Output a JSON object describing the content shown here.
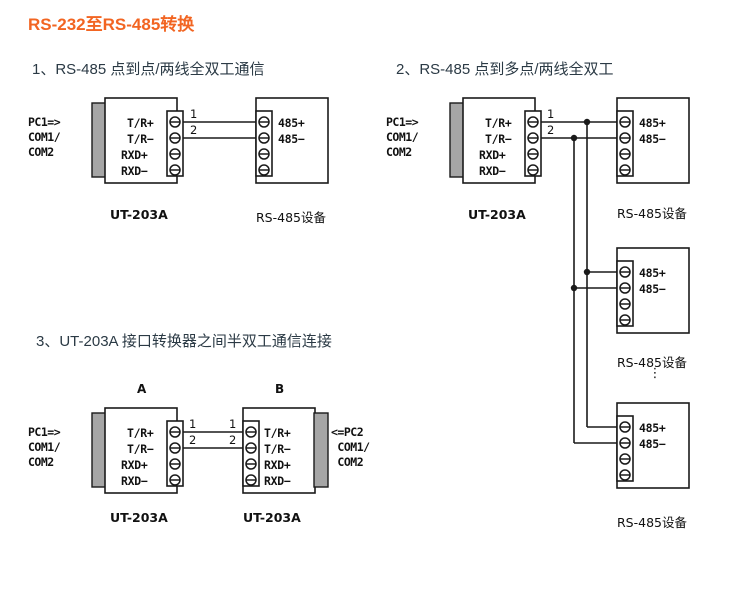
{
  "page": {
    "title": "RS-232至RS-485转换",
    "title_color": "#f26522",
    "background": "#ffffff"
  },
  "sections": [
    {
      "id": "sec1",
      "label": "1、RS-485  点到点/两线全双工通信"
    },
    {
      "id": "sec2",
      "label": "2、RS-485  点到多点/两线全双工"
    },
    {
      "id": "sec3",
      "label": "3、UT-203A  接口转换器之间半双工通信连接"
    }
  ],
  "labels": {
    "converter": "UT-203A",
    "rs485_device": "RS-485设备",
    "pc1": "PC1=>\nCOM1/\nCOM2",
    "pc2": "<=PC2\n COM1/\n COM2",
    "unit_a": "A",
    "unit_b": "B",
    "ellipsis": "⋮"
  },
  "terminals": {
    "converter_pins": [
      "T/R+",
      "T/R−",
      "RXD+",
      "RXD−"
    ],
    "device_pins": [
      "485+",
      "485−"
    ],
    "wire_numbers": [
      "1",
      "2"
    ]
  },
  "diagram1": {
    "converter_name": "UT-203A",
    "device_name": "RS-485设备",
    "converter_pins": [
      "T/R+",
      "T/R−",
      "RXD+",
      "RXD−"
    ],
    "device_pins": [
      "485+",
      "485−"
    ],
    "wire_labels": [
      "1",
      "2"
    ],
    "pc_label": "PC1=>\nCOM1/\nCOM2"
  },
  "diagram2": {
    "converter_name": "UT-203A",
    "converter_pins": [
      "T/R+",
      "T/R−",
      "RXD+",
      "RXD−"
    ],
    "wire_labels": [
      "1",
      "2"
    ],
    "pc_label": "PC1=>\nCOM1/\nCOM2",
    "devices": [
      {
        "name": "RS-485设备",
        "pins": [
          "485+",
          "485−"
        ]
      },
      {
        "name": "RS-485设备",
        "pins": [
          "485+",
          "485−"
        ]
      },
      {
        "name": "RS-485设备",
        "pins": [
          "485+",
          "485−"
        ]
      }
    ],
    "ellipsis": "⋮"
  },
  "diagram3": {
    "left_unit_letter": "A",
    "right_unit_letter": "B",
    "left_name": "UT-203A",
    "right_name": "UT-203A",
    "pins": [
      "T/R+",
      "T/R−",
      "RXD+",
      "RXD−"
    ],
    "wire_labels_left": [
      "1",
      "2"
    ],
    "wire_labels_right": [
      "1",
      "2"
    ],
    "pc1_label": "PC1=>\nCOM1/\nCOM2",
    "pc2_label": "<=PC2\n COM1/\n COM2"
  },
  "colors": {
    "line": "#1a1a1a",
    "connector_fill": "#a6a6a6",
    "box_fill": "#ffffff",
    "text": "#111111",
    "section_text": "#2b3a45"
  }
}
